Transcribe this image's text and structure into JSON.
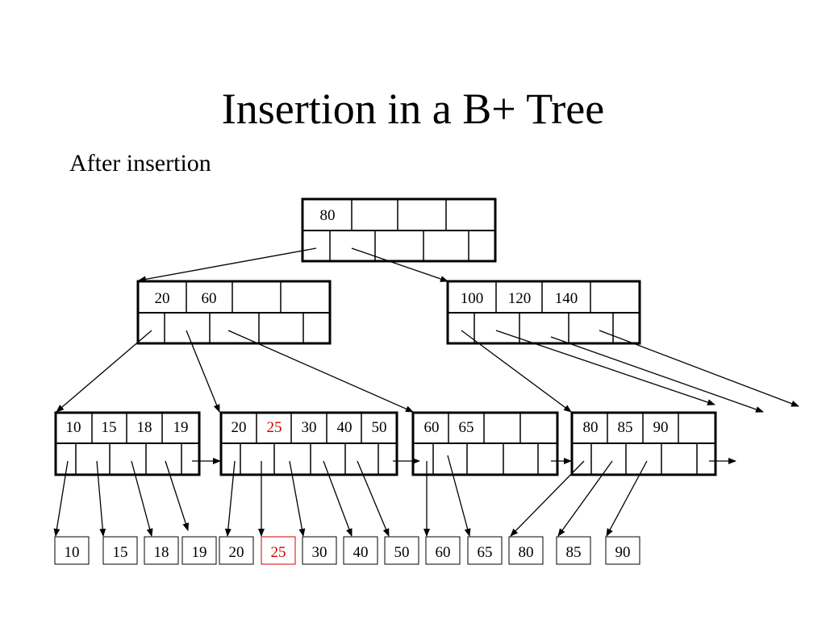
{
  "slide": {
    "title": "Insertion in a B+ Tree",
    "subtitle": "After insertion"
  },
  "colors": {
    "highlight": "#cc0000",
    "ink": "#000000"
  },
  "tree": {
    "root": {
      "keys": [
        "80",
        "",
        "",
        ""
      ]
    },
    "internal": [
      {
        "keys": [
          "20",
          "60",
          "",
          ""
        ]
      },
      {
        "keys": [
          "100",
          "120",
          "140",
          ""
        ]
      }
    ],
    "leaves": [
      {
        "keys": [
          "10",
          "15",
          "18",
          "19",
          ""
        ]
      },
      {
        "keys": [
          "20",
          "25",
          "30",
          "40",
          "50"
        ]
      },
      {
        "keys": [
          "60",
          "65",
          "",
          ""
        ]
      },
      {
        "keys": [
          "80",
          "85",
          "90",
          ""
        ]
      }
    ],
    "records": [
      "10",
      "15",
      "18",
      "19",
      "20",
      "25",
      "30",
      "40",
      "50",
      "60",
      "65",
      "80",
      "85",
      "90"
    ],
    "highlighted_key": "25"
  }
}
